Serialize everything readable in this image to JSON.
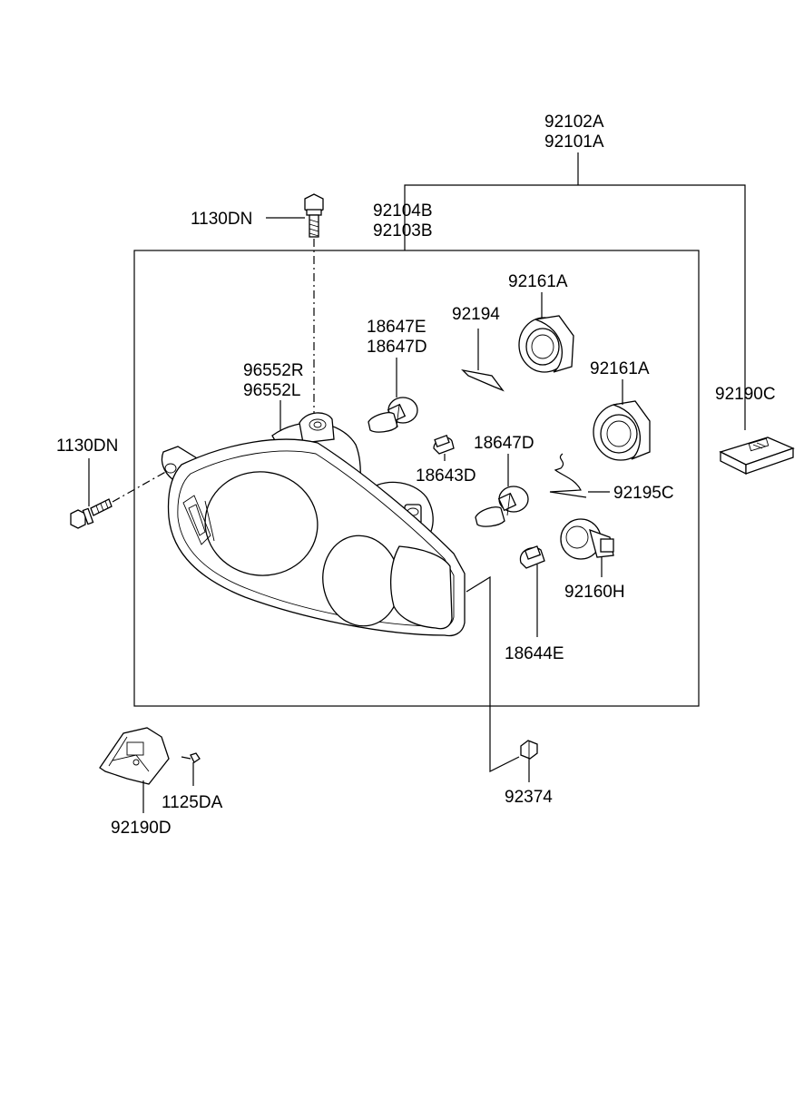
{
  "diagram": {
    "labels": {
      "assy_a_1": "92102A",
      "assy_a_2": "92101A",
      "assy_b_1": "92104B",
      "assy_b_2": "92103B",
      "bolt_top": "1130DN",
      "bolt_left": "1130DN",
      "aim_1": "96552R",
      "aim_2": "96552L",
      "bulb_h_1": "18647E",
      "bulb_h_2": "18647D",
      "clip": "92194",
      "socket_1": "92161A",
      "socket_2": "92161A",
      "ballast": "92190C",
      "bulb_small": "18643D",
      "bulb_low": "18647D",
      "wire": "92195C",
      "socket_h": "92160H",
      "bulb_turn": "18644E",
      "bracket": "92190D",
      "screw": "1125DA",
      "grommet": "92374"
    }
  }
}
